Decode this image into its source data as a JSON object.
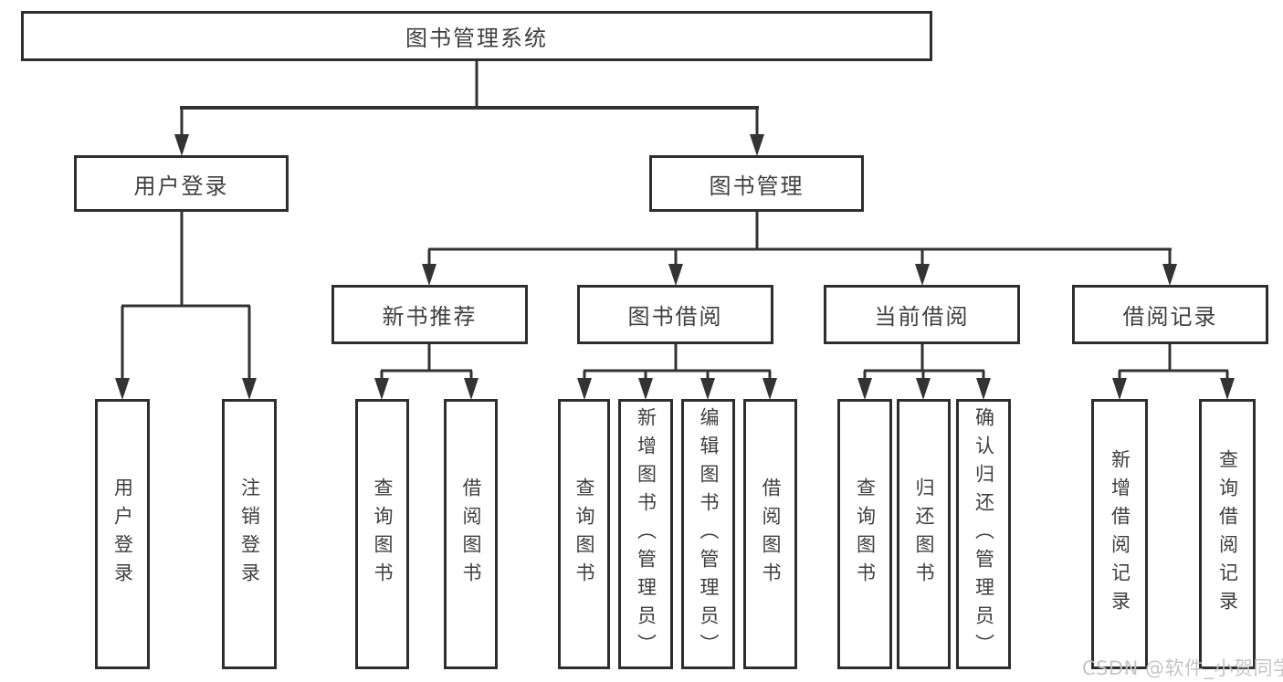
{
  "colors": {
    "line": "#333333",
    "border": "#2e2e2e",
    "text": "#3f3f3f",
    "watermark": "#c2c2c2",
    "background": "#ffffff"
  },
  "root": {
    "label": "图书管理系统"
  },
  "branches": [
    {
      "label": "用户登录",
      "children": [
        "用户登录",
        "注销登录"
      ]
    },
    {
      "label": "图书管理",
      "sections": [
        {
          "label": "新书推荐",
          "children": [
            "查询图书",
            "借阅图书"
          ]
        },
        {
          "label": "图书借阅",
          "children": [
            "查询图书",
            "新增图书（管理员）",
            "编辑图书（管理员）",
            "借阅图书"
          ]
        },
        {
          "label": "当前借阅",
          "children": [
            "查询图书",
            "归还图书",
            "确认归还（管理员）"
          ]
        },
        {
          "label": "借阅记录",
          "children": [
            "新增借阅记录",
            "查询借阅记录"
          ]
        }
      ]
    }
  ],
  "watermark": "CSDN @软件_小贺同学"
}
